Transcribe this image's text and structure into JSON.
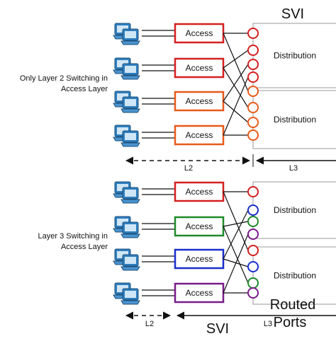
{
  "top": {
    "caption_line1": "Only Layer 2 Switching in",
    "caption_line2": "Access Layer",
    "svi_label": "SVI",
    "access_label": "Access",
    "distribution_label": "Distribution",
    "l2_label": "L2",
    "l3_label": "L3",
    "access_colors": [
      "#d42020",
      "#d42020",
      "#e85a1a",
      "#e85a1a"
    ],
    "port_colors": [
      "#d42020",
      "#d42020",
      "#d42020",
      "#d42020",
      "#e85a1a",
      "#e85a1a",
      "#e85a1a",
      "#e85a1a"
    ]
  },
  "bottom": {
    "caption_line1": "Layer 3 Switching in",
    "caption_line2": "Access Layer",
    "svi_label": "SVI",
    "access_label": "Access",
    "distribution_label": "Distribution",
    "l2_label": "L2",
    "l3_label": "L3",
    "routed_line1": "Routed",
    "routed_line2": "Ports",
    "access_colors": [
      "#d42020",
      "#1f8a2a",
      "#1a2ecc",
      "#7a1a8a"
    ],
    "port_colors": [
      "#d42020",
      "#1a2ecc",
      "#1f8a2a",
      "#7a1a8a",
      "#d42020",
      "#1a2ecc",
      "#1f8a2a",
      "#7a1a8a"
    ]
  },
  "colors": {
    "line": "#111111",
    "distribution_border": "#999999",
    "computer_blue": "#2f7fbf"
  }
}
